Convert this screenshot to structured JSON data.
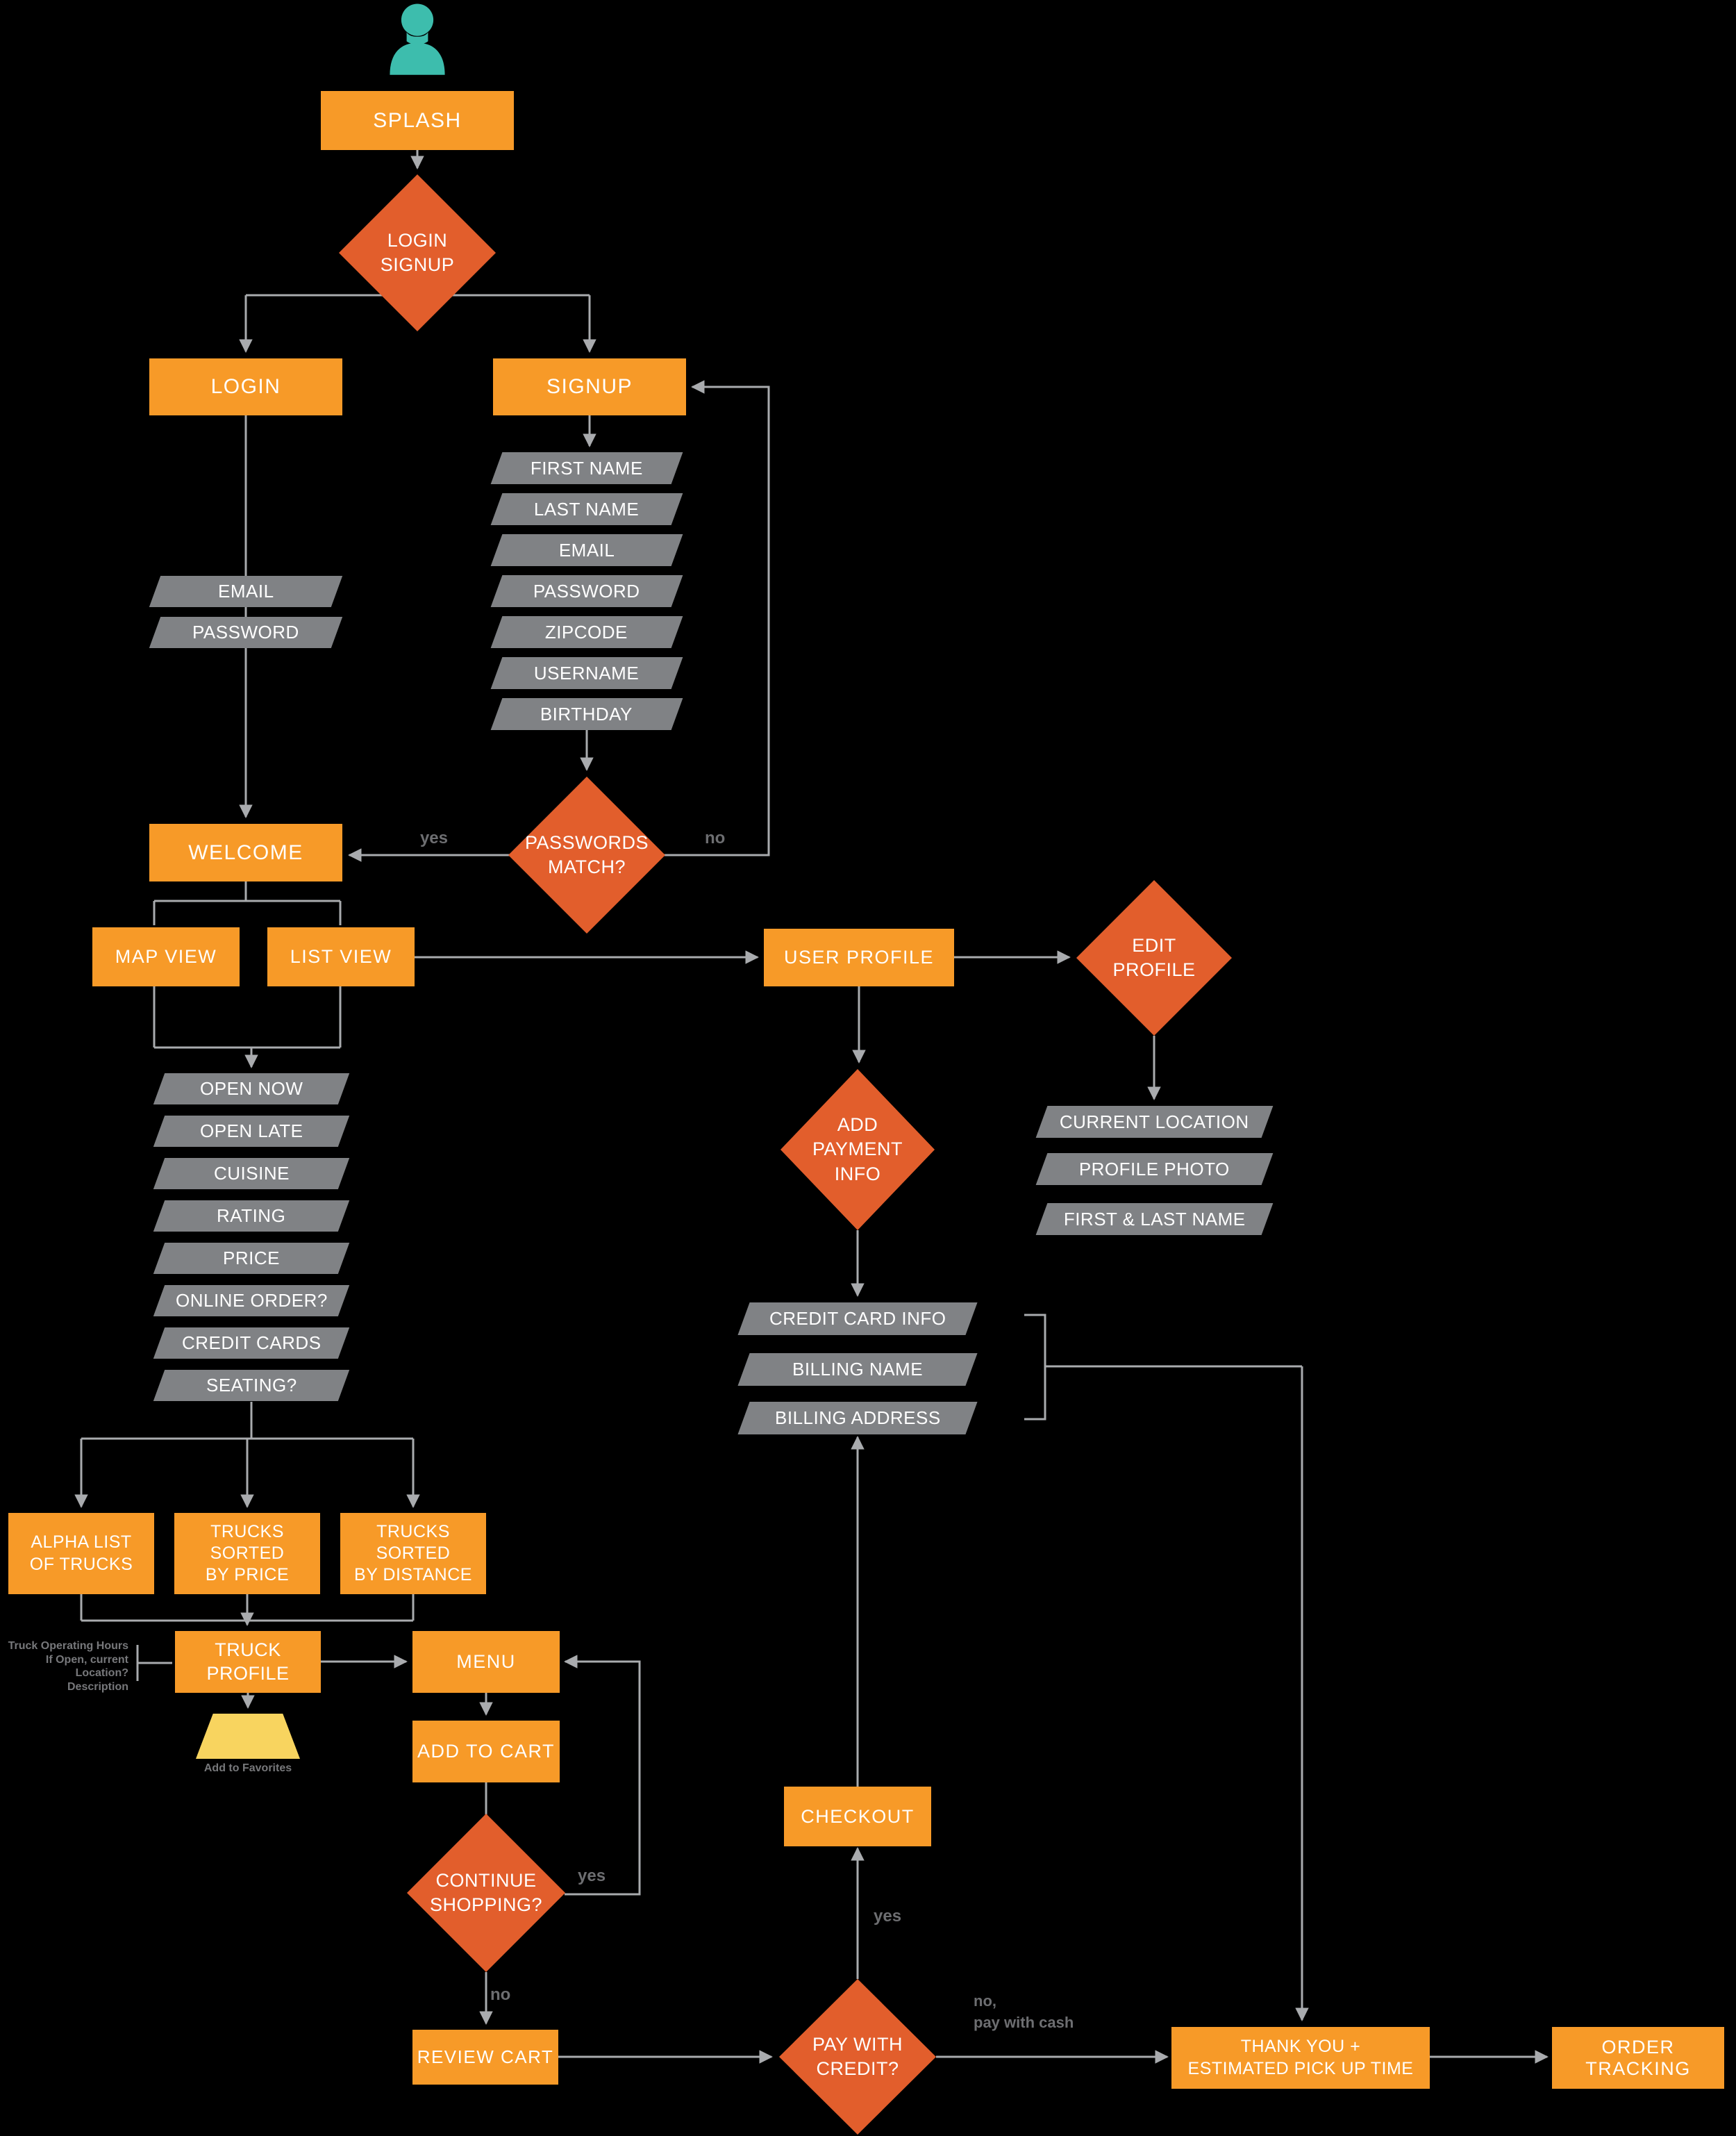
{
  "nodes": {
    "splash": "SPLASH",
    "login_signup": "LOGIN\nSIGNUP",
    "login": "LOGIN",
    "signup": "SIGNUP",
    "passwords_match": "PASSWORDS\nMATCH?",
    "welcome": "WELCOME",
    "map_view": "MAP VIEW",
    "list_view": "LIST VIEW",
    "user_profile": "USER PROFILE",
    "edit_profile": "EDIT\nPROFILE",
    "add_payment_info": "ADD\nPAYMENT\nINFO",
    "alpha_list": "ALPHA LIST\nOF TRUCKS",
    "sorted_price": "TRUCKS SORTED\nBY PRICE",
    "sorted_distance": "TRUCKS SORTED\nBY DISTANCE",
    "truck_profile": "TRUCK\nPROFILE",
    "menu": "MENU",
    "add_to_cart": "ADD TO CART",
    "continue_shopping": "CONTINUE\nSHOPPING?",
    "review_cart": "REVIEW CART",
    "checkout": "CHECKOUT",
    "pay_with_credit": "PAY WITH\nCREDIT?",
    "thank_you": "THANK YOU +\nESTIMATED PICK UP TIME",
    "order_tracking": "ORDER TRACKING"
  },
  "fields": {
    "login": [
      "EMAIL",
      "PASSWORD"
    ],
    "signup": [
      "FIRST NAME",
      "LAST NAME",
      "EMAIL",
      "PASSWORD",
      "ZIPCODE",
      "USERNAME",
      "BIRTHDAY"
    ],
    "filters": [
      "OPEN NOW",
      "OPEN LATE",
      "CUISINE",
      "RATING",
      "PRICE",
      "ONLINE ORDER?",
      "CREDIT CARDS",
      "SEATING?"
    ],
    "edit_profile": [
      "CURRENT LOCATION",
      "PROFILE PHOTO",
      "FIRST & LAST NAME"
    ],
    "payment": [
      "CREDIT CARD INFO",
      "BILLING NAME",
      "BILLING ADDRESS"
    ]
  },
  "labels": {
    "passwords_yes": "yes",
    "passwords_no": "no",
    "continue_yes": "yes",
    "continue_no": "no",
    "pay_yes": "yes",
    "pay_no": "no,\npay with cash"
  },
  "notes": {
    "truck_profile": "Truck Operating Hours\nIf Open, current Location?\nDescription",
    "add_to_favorites": "Add to Favorites"
  },
  "icons": {
    "person": "person-icon"
  },
  "colors": {
    "screen": "#F79A28",
    "decision": "#E25E2C",
    "input": "#808285",
    "favorite": "#F8D45F",
    "person": "#3DBDAD",
    "connector": "#A9ABAE",
    "edge_label": "#6D6E71",
    "background": "#000000"
  }
}
